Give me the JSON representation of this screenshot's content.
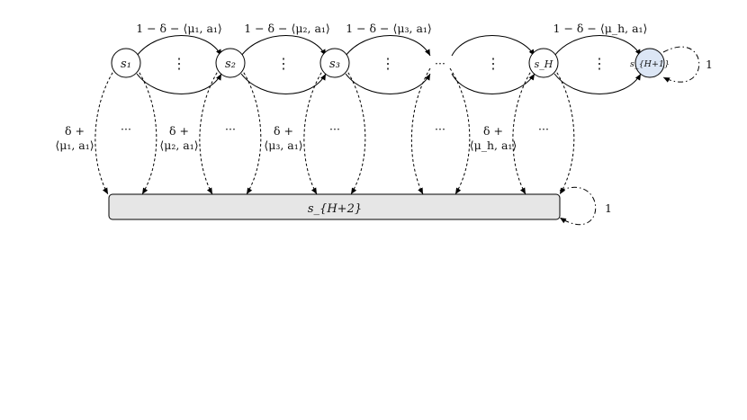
{
  "diagram": {
    "states": [
      "s₁",
      "s₂",
      "s₃",
      "s_H",
      "sₕ₊₁"
    ],
    "state_labels": {
      "s1": "s₁",
      "s2": "s₂",
      "s3": "s₃",
      "sH": "s_H",
      "sH1": "s_{H+1}",
      "sH2": "s_{H+2}"
    },
    "forward_labels": {
      "e1": "1 − δ − ⟨μ₁, a₁⟩",
      "e2": "1 − δ − ⟨μ₂, a₁⟩",
      "e3": "1 − δ − ⟨μ₃, a₁⟩",
      "eh": "1 − δ − ⟨μ_h, a₁⟩"
    },
    "down_labels": {
      "d1_top": "δ +",
      "d1_bottom": "⟨μ₁, a₁⟩",
      "d2_top": "δ +",
      "d2_bottom": "⟨μ₂, a₁⟩",
      "d3_top": "δ +",
      "d3_bottom": "⟨μ₃, a₁⟩",
      "dh_top": "δ +",
      "dh_bottom": "⟨μ_h, a₁⟩"
    },
    "self_loop_label": "1",
    "ellipsis": "···",
    "vdots": "⋮",
    "colors": {
      "terminal_fill": "#dce6f5",
      "bar_fill": "#e6e6e6",
      "stroke": "#000000"
    }
  }
}
